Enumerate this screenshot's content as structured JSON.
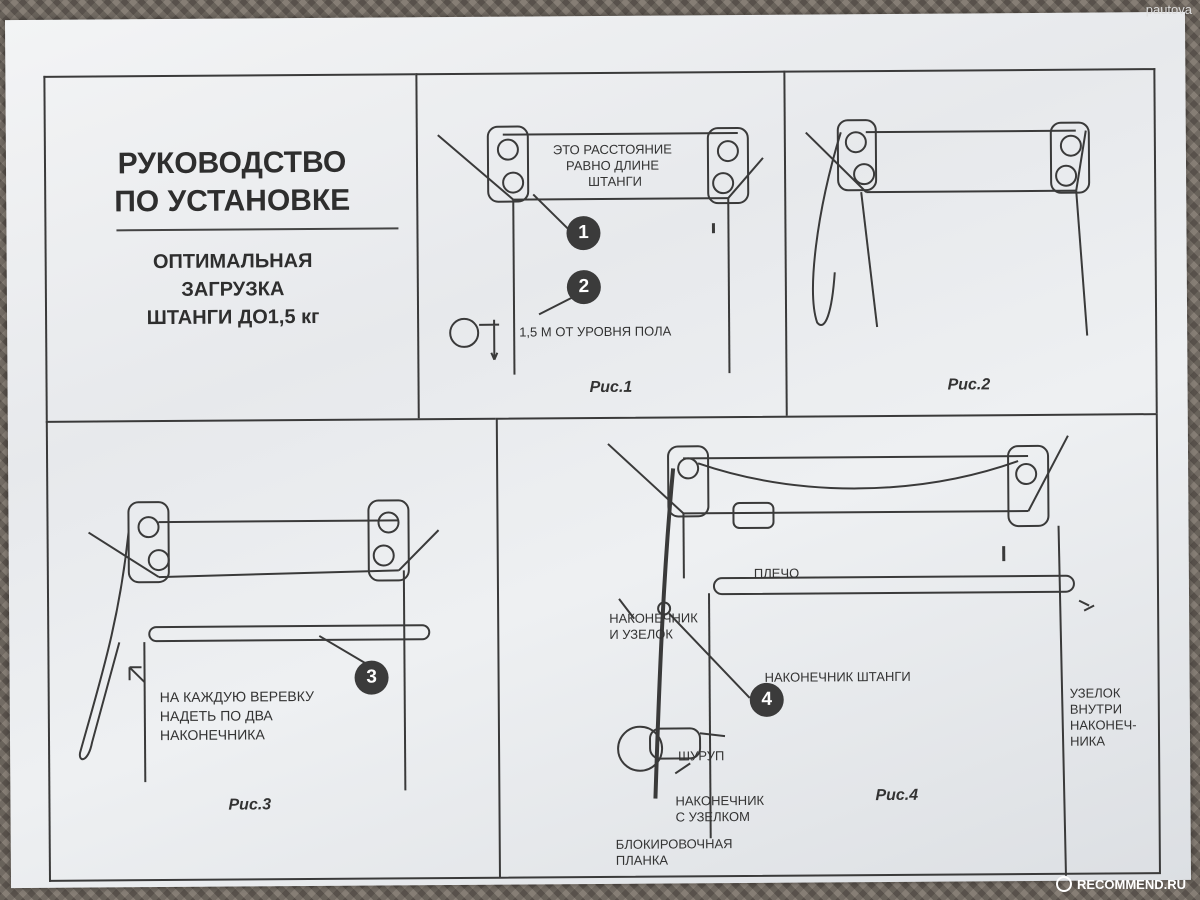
{
  "heading": {
    "line1": "РУКОВОДСТВО",
    "line2": "ПО УСТАНОВКЕ"
  },
  "load": {
    "line1": "ОПТИМАЛЬНАЯ",
    "line2": "ЗАГРУЗКА",
    "line3": "ШТАНГИ ДО1,5 кг"
  },
  "fig1": {
    "caption": "Рис.1",
    "distance_line1": "ЭТО РАССТОЯНИЕ",
    "distance_line2": "РАВНО ДЛИНЕ",
    "distance_line3": "ШТАНГИ",
    "height_note": "1,5 М ОТ УРОВНЯ ПОЛА",
    "badge1": "1",
    "badge2": "2"
  },
  "fig2": {
    "caption": "Рис.2"
  },
  "fig3": {
    "caption": "Рис.3",
    "badge3": "3",
    "note_line1": "НА КАЖДУЮ ВЕРЕВКУ",
    "note_line2": "НАДЕТЬ ПО ДВА",
    "note_line3": "НАКОНЕЧНИКА"
  },
  "fig4": {
    "caption": "Рис.4",
    "badge4": "4",
    "shoulder": "ПЛЕЧО",
    "tip_knot_line1": "НАКОНЕЧНИК",
    "tip_knot_line2": "И УЗЕЛОК",
    "rod_tip": "НАКОНЕЧНИК ШТАНГИ",
    "inner_knot_line1": "УЗЕЛОК",
    "inner_knot_line2": "ВНУТРИ",
    "inner_knot_line3": "НАКОНЕЧ-",
    "inner_knot_line4": "НИКА",
    "screw": "ШУРУП",
    "tip_with_knot_line1": "НАКОНЕЧНИК",
    "tip_with_knot_line2": "С УЗЕЛКОМ",
    "lock_line1": "БЛОКИРОВОЧНАЯ",
    "lock_line2": "ПЛАНКА"
  },
  "watermarks": {
    "author": "pautova",
    "site": "RECOMMEND.RU"
  }
}
